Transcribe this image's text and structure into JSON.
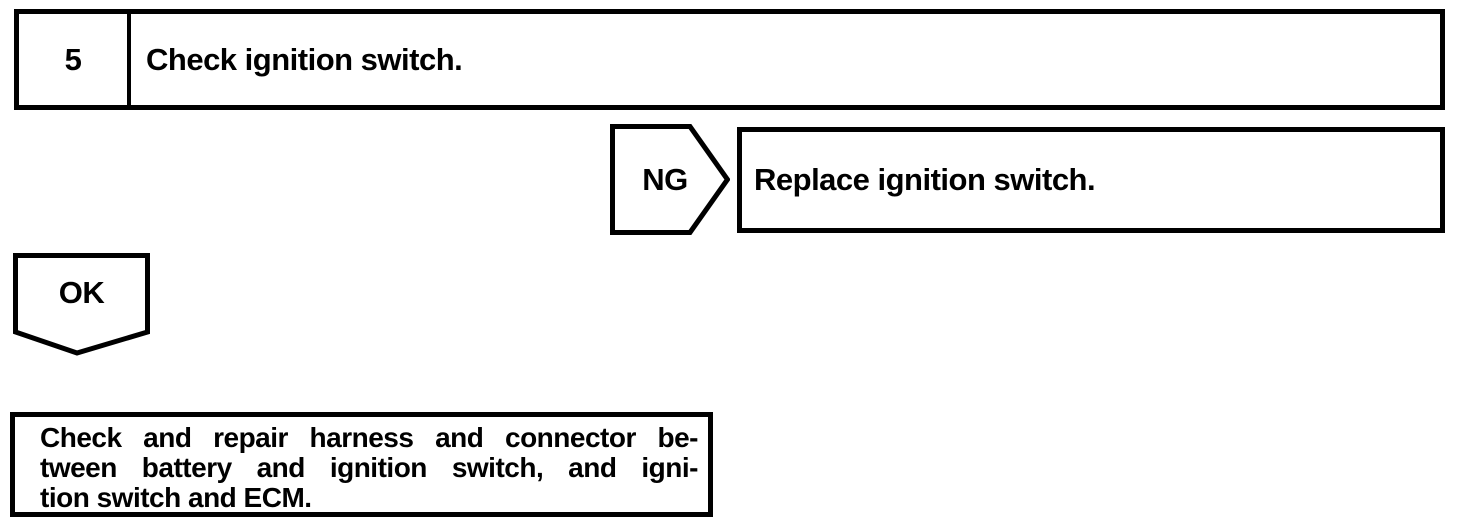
{
  "colors": {
    "ink": "#000000",
    "paper": "#ffffff"
  },
  "flowchart": {
    "step_box": {
      "number": "5",
      "instruction": "Check ignition switch."
    },
    "ng_branch": {
      "label": "NG",
      "action": "Replace ignition switch."
    },
    "ok_branch": {
      "label": "OK"
    },
    "result_box": {
      "lines": {
        "0": "Check and repair harness and connector be-",
        "1": "tween battery and ignition switch, and igni-",
        "2": "tion switch and ECM."
      }
    }
  }
}
